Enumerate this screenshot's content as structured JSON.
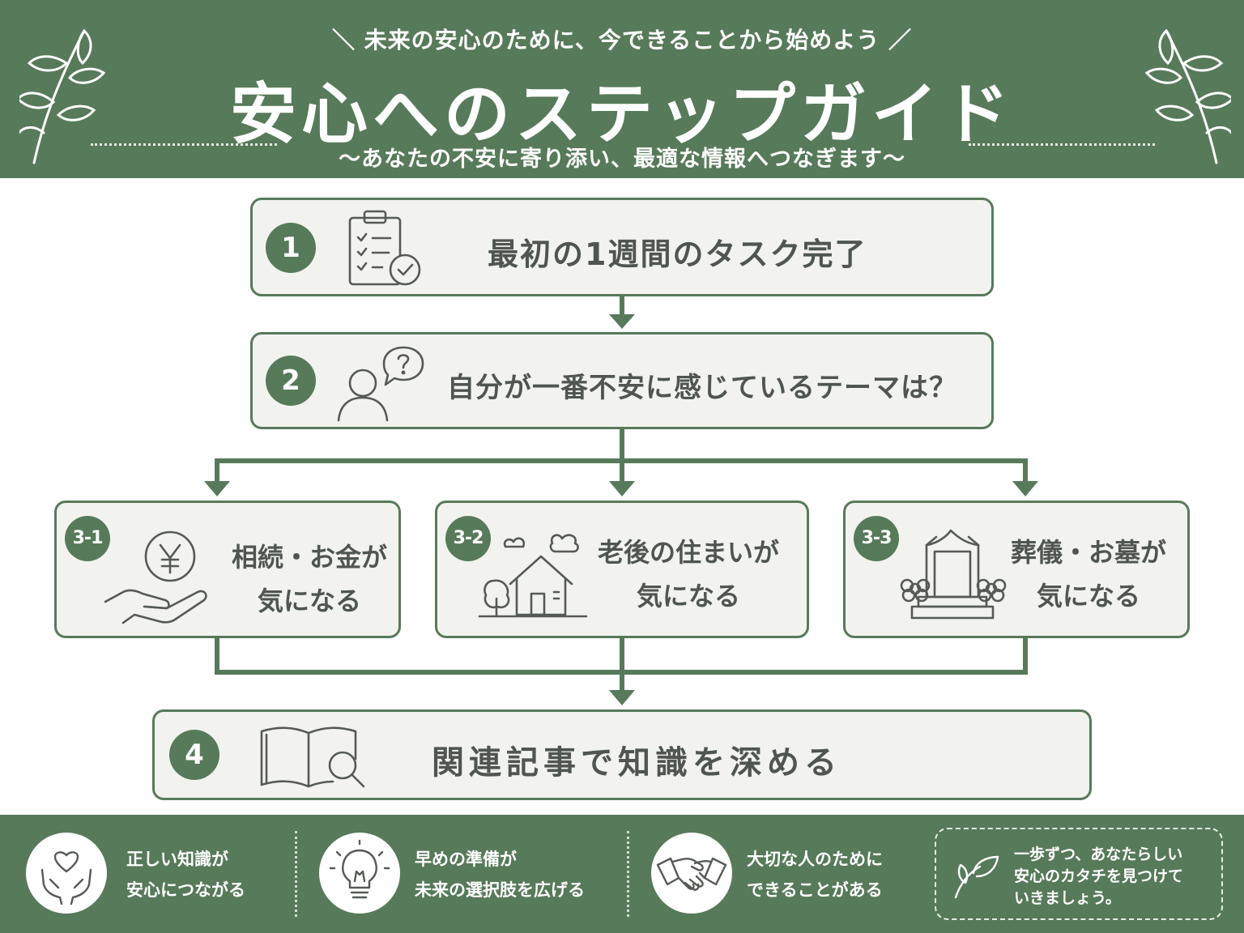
{
  "header": {
    "tagline": "＼ 未来の安心のために、今できることから始めよう ／",
    "title": "安心へのステップガイド",
    "subtitle": "〜あなたの不安に寄り添い、最適な情報へつなぎます〜"
  },
  "steps": {
    "s1": {
      "num": "1",
      "label": "最初の1週間のタスク完了",
      "icon": "clipboard-check-icon"
    },
    "s2": {
      "num": "2",
      "label": "自分が一番不安に感じているテーマは？",
      "icon": "person-question-icon"
    },
    "s31": {
      "num": "3-1",
      "line1": "相続・お金が",
      "line2": "気になる",
      "icon": "yen-hand-icon"
    },
    "s32": {
      "num": "3-2",
      "line1": "老後の住まいが",
      "line2": "気になる",
      "icon": "house-icon"
    },
    "s33": {
      "num": "3-3",
      "line1": "葬儀・お墓が",
      "line2": "気になる",
      "icon": "grave-flowers-icon"
    },
    "s4": {
      "num": "4",
      "label": "関連記事で知識を深める",
      "icon": "book-search-icon"
    }
  },
  "footer": {
    "items": [
      {
        "line1": "正しい知識が",
        "line2": "安心につながる",
        "icon": "heart-hands-icon"
      },
      {
        "line1": "早めの準備が",
        "line2": "未来の選択肢を広げる",
        "icon": "lightbulb-icon"
      },
      {
        "line1": "大切な人のために",
        "line2": "できることがある",
        "icon": "handshake-icon"
      }
    ],
    "message": {
      "line1": "一歩ずつ、あなたらしい",
      "line2": "安心のカタチを見つけて",
      "line3": "いきましょう。",
      "icon": "leaf-icon"
    }
  },
  "colors": {
    "brand": "#577a5a",
    "box_fill": "#f2f3ee",
    "text": "#4f554f"
  }
}
